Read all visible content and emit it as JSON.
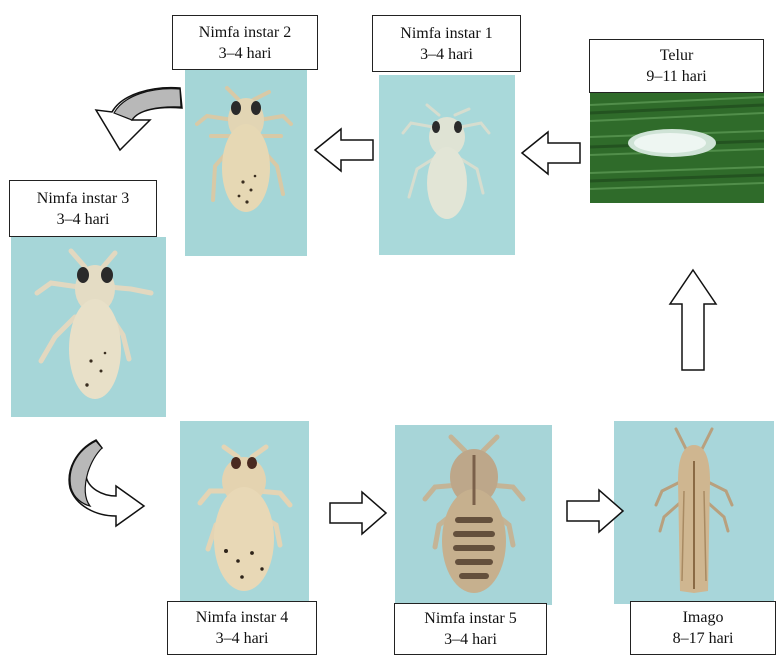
{
  "stages": {
    "nimfa2": {
      "name": "Nimfa instar 2",
      "duration": "3–4 hari"
    },
    "nimfa1": {
      "name": "Nimfa instar 1",
      "duration": "3–4 hari"
    },
    "telur": {
      "name": "Telur",
      "duration": "9–11 hari"
    },
    "nimfa3": {
      "name": "Nimfa instar 3",
      "duration": "3–4 hari"
    },
    "nimfa4": {
      "name": "Nimfa instar 4",
      "duration": "3–4 hari"
    },
    "nimfa5": {
      "name": "Nimfa instar 5",
      "duration": "3–4 hari"
    },
    "imago": {
      "name": "Imago",
      "duration": "8–17 hari"
    }
  },
  "colors": {
    "photo_bg": "#9fd0d2",
    "leaf_green": "#2f6b2a",
    "egg": "#eef6f2",
    "curved_arrow": "#b8b8b8"
  }
}
